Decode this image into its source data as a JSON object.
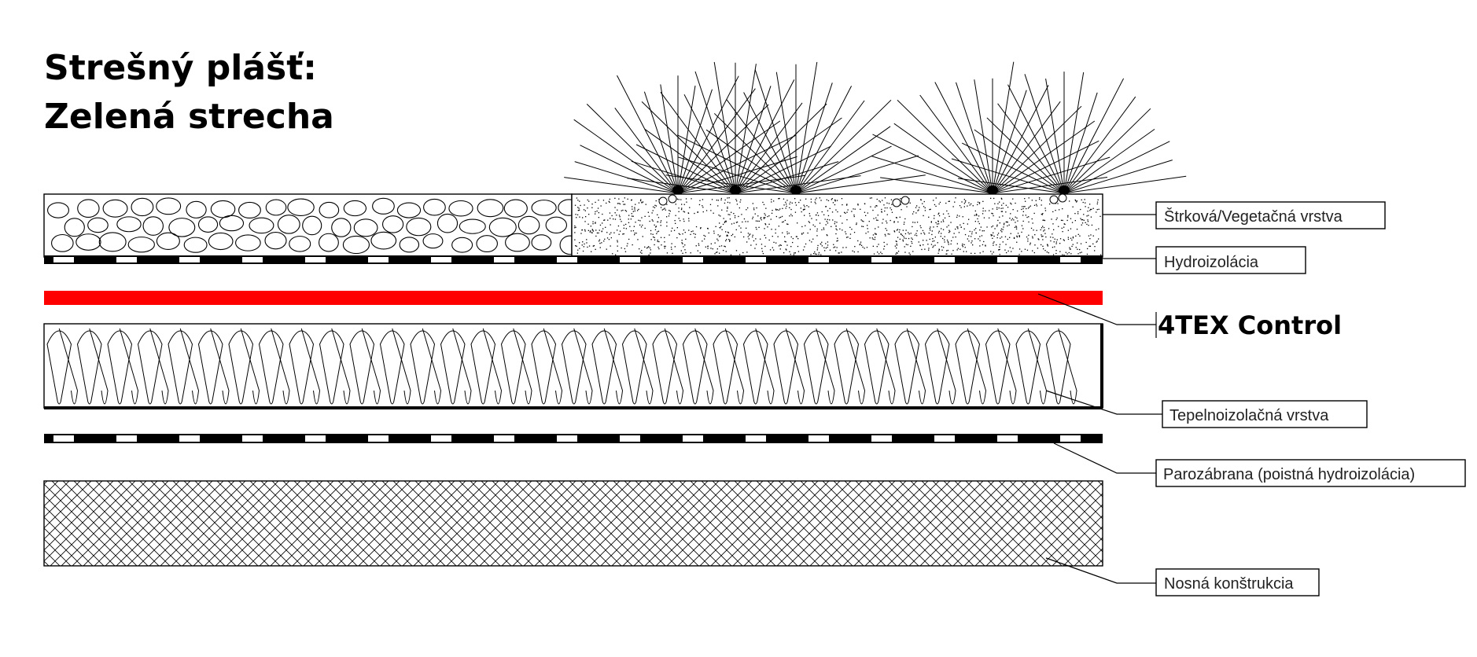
{
  "title": {
    "line1": "Strešný plášť:",
    "line2": "Zelená strecha"
  },
  "labels": {
    "gravel_vegetation": "Štrková/Vegetačná vrstva",
    "waterproofing": "Hydroizolácia",
    "membrane": "4TEX Control",
    "insulation": "Tepelnoizolačná vrstva",
    "vapor_barrier": "Parozábrana (poistná hydroizolácia)",
    "structure": "Nosná konštrukcia"
  },
  "colors": {
    "membrane": "#ff0000",
    "line": "#000000"
  }
}
